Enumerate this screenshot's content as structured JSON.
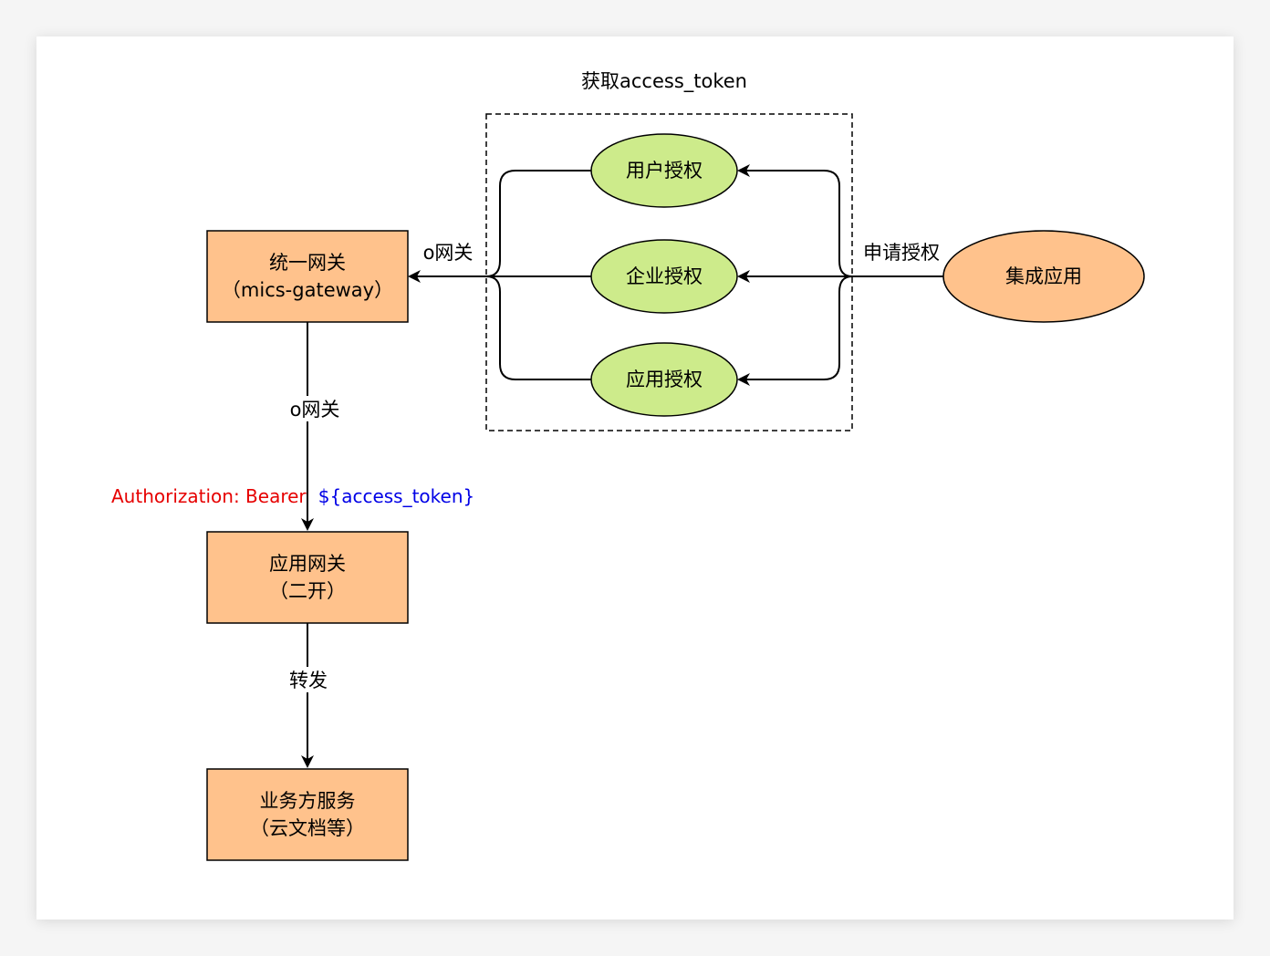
{
  "diagram": {
    "title": "获取access_token",
    "colors": {
      "rect_fill": "#ffc28c",
      "app_fill": "#ffc28c",
      "auth_fill": "#cdeb8b",
      "stroke": "#000000",
      "header_red": "#e60000",
      "header_blue": "#0000e6"
    },
    "nodes": {
      "unified_gateway": {
        "line1": "统一网关",
        "line2": "（mics-gateway）"
      },
      "app_gateway": {
        "line1": "应用网关",
        "line2": "（二开）"
      },
      "business_service": {
        "line1": "业务方服务",
        "line2": "（云文档等）"
      },
      "integrated_app": {
        "label": "集成应用"
      },
      "user_auth": {
        "label": "用户授权"
      },
      "enterprise_auth": {
        "label": "企业授权"
      },
      "app_auth": {
        "label": "应用授权"
      }
    },
    "edges": {
      "to_gateway_label": "o网关",
      "gateway_down_label": "o网关",
      "request_auth_label": "申请授权",
      "forward_label": "转发",
      "header_part1": "Authorization: Bearer",
      "header_part2": "${access_token}"
    }
  }
}
